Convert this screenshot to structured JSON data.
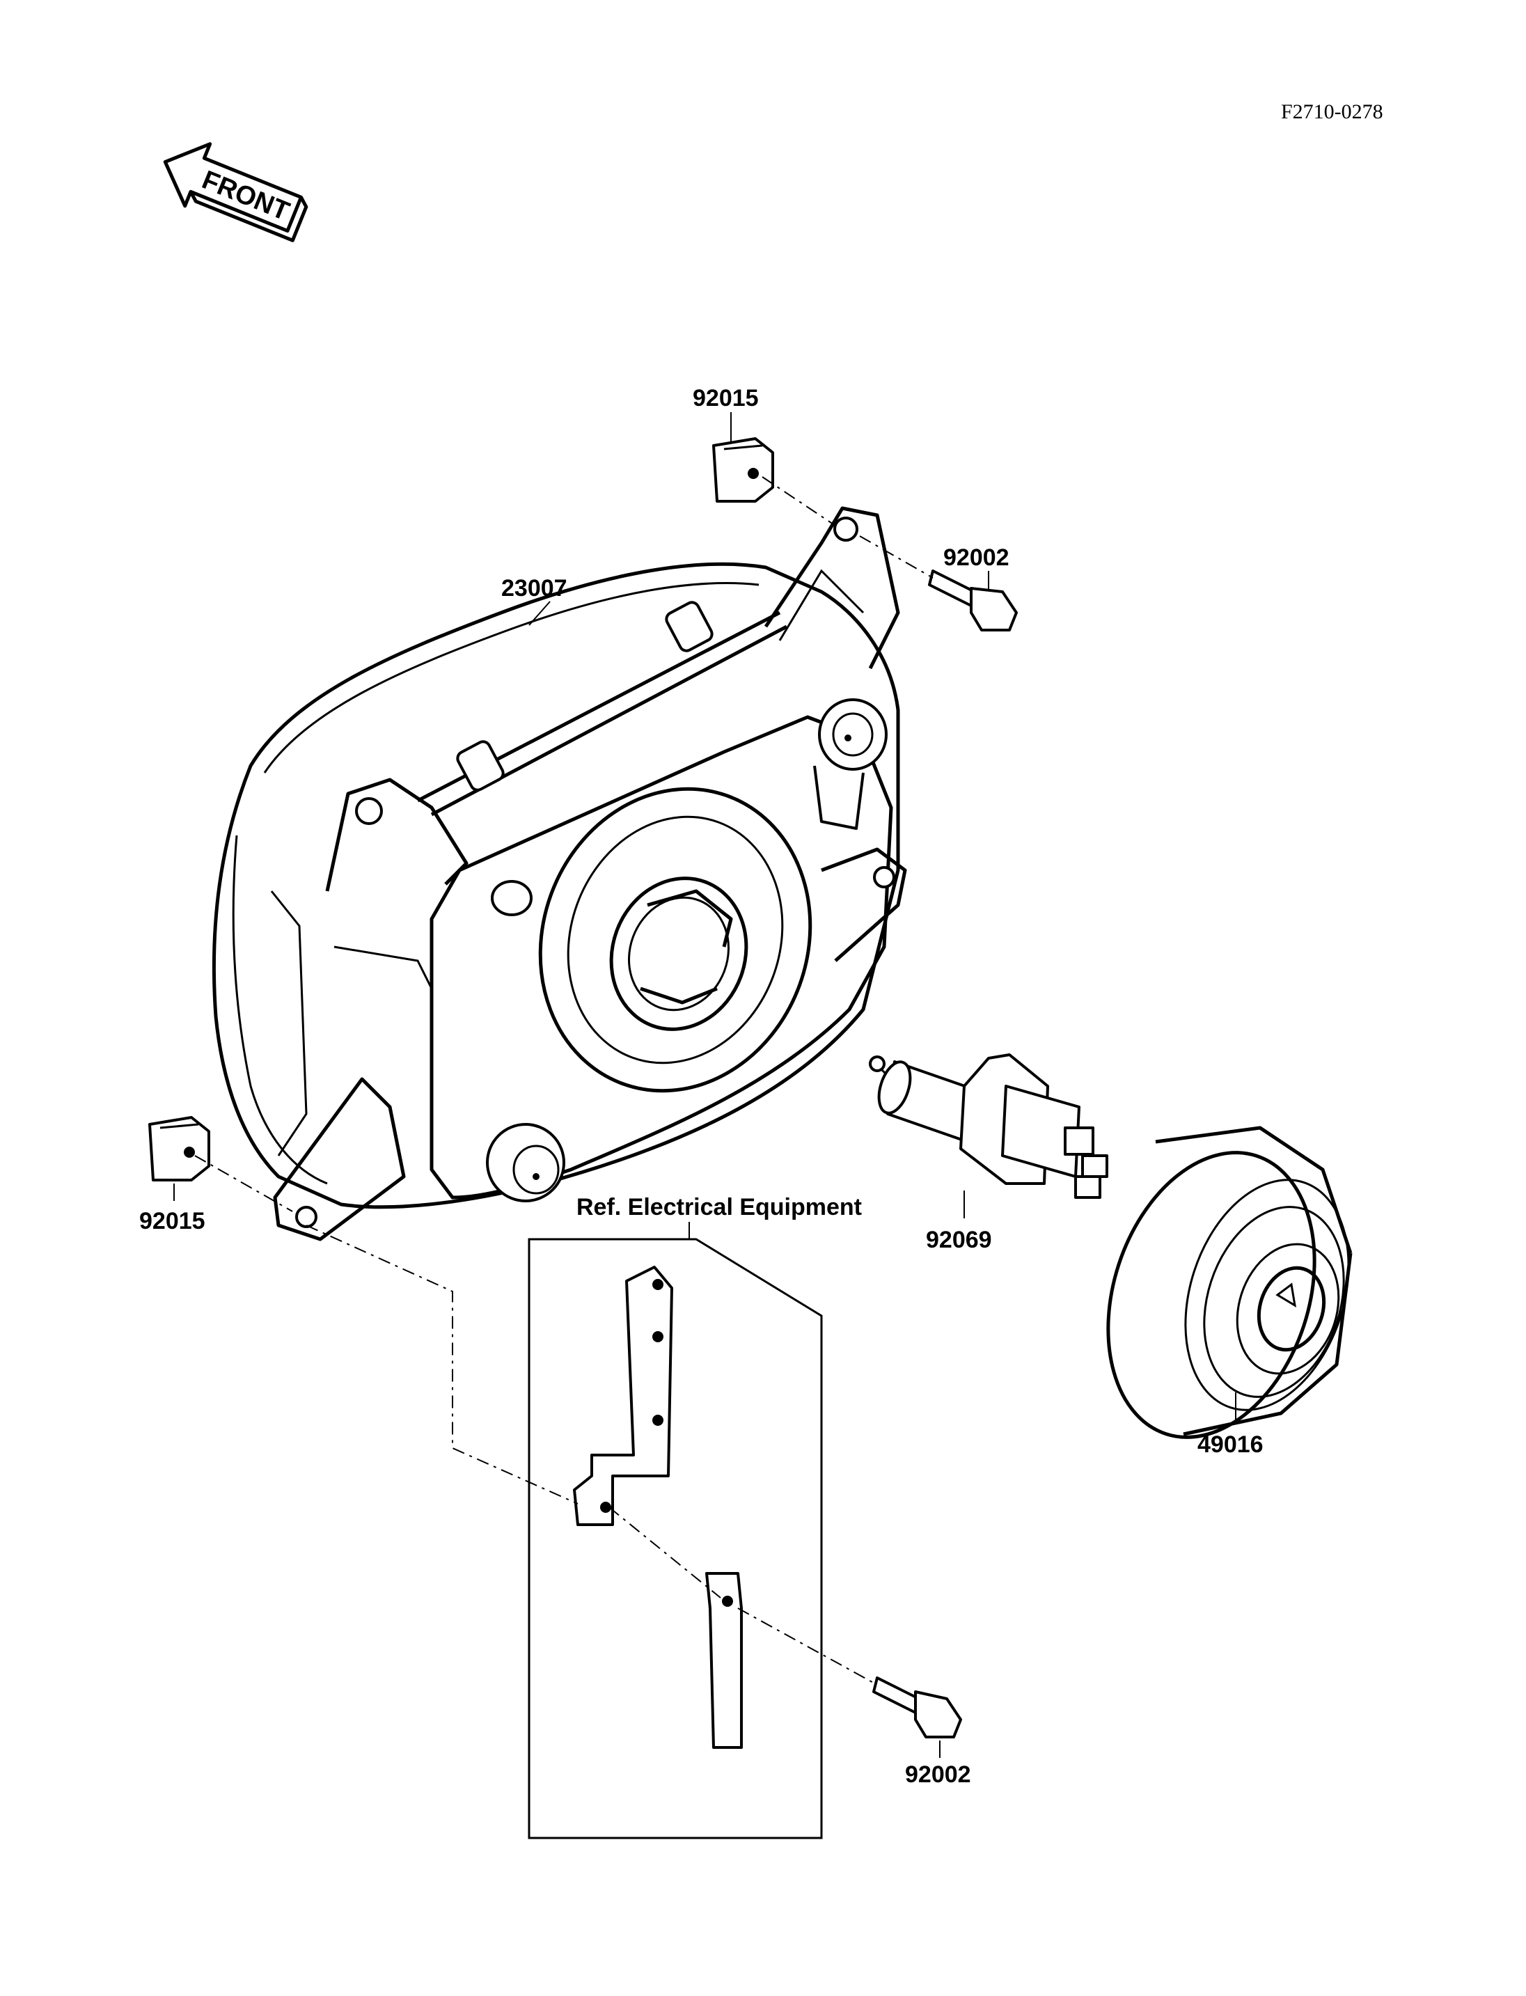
{
  "drawing_code": "F2710-0278",
  "front_label": "FRONT",
  "ref_label": "Ref. Electrical Equipment",
  "parts": {
    "clip_top": "92015",
    "clip_left": "92015",
    "bolt_top": "92002",
    "bolt_bottom": "92002",
    "headlamp_unit": "23007",
    "bulb": "92069",
    "cap": "49016"
  }
}
